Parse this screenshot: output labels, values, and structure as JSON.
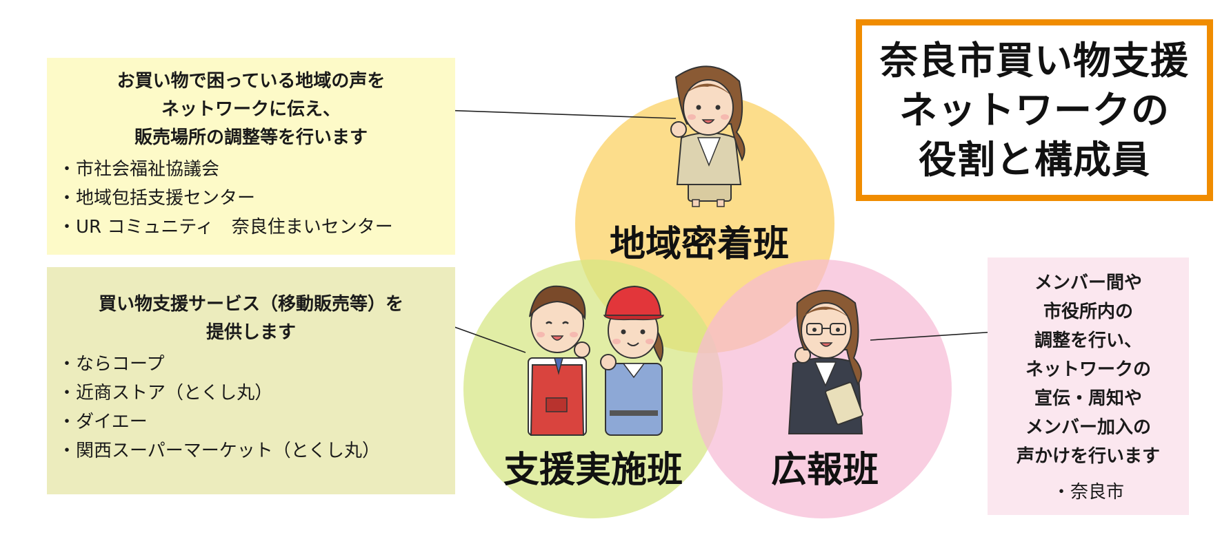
{
  "title": {
    "lines": [
      "奈良市買い物支援",
      "ネットワークの",
      "役割と構成員"
    ]
  },
  "teams": {
    "chiiki": {
      "label": "地域密着班",
      "description": [
        "お買い物で困っている地域の声を",
        "ネットワークに伝え、",
        "販売場所の調整等を行います"
      ],
      "members": [
        "・市社会福祉協議会",
        "・地域包括支援センター",
        "・UR コミュニティ　奈良住まいセンター"
      ]
    },
    "shien": {
      "label": "支援実施班",
      "description": [
        "買い物支援サービス（移動販売等）を",
        "提供します"
      ],
      "members": [
        "・ならコープ",
        "・近商ストア（とくし丸）",
        "・ダイエー",
        "・関西スーパーマーケット（とくし丸）"
      ]
    },
    "koho": {
      "label": "広報班",
      "description": [
        "メンバー間や",
        "市役所内の",
        "調整を行い、",
        "ネットワークの",
        "宣伝・周知や",
        "メンバー加入の",
        "声かけを行います"
      ],
      "members": [
        "・奈良市"
      ]
    }
  },
  "colors": {
    "circle_chiiki": "#fbd46a",
    "circle_shien": "#d5e682",
    "circle_koho": "#f6b9d4",
    "title_border": "#f08c00",
    "box_chiiki": "#fdfac8",
    "box_shien": "#ececbd",
    "box_koho": "#fbe7ef"
  },
  "icons": [
    "office-worker-woman-icon",
    "shop-clerk-man-icon",
    "delivery-woman-icon",
    "pr-officer-woman-icon"
  ]
}
